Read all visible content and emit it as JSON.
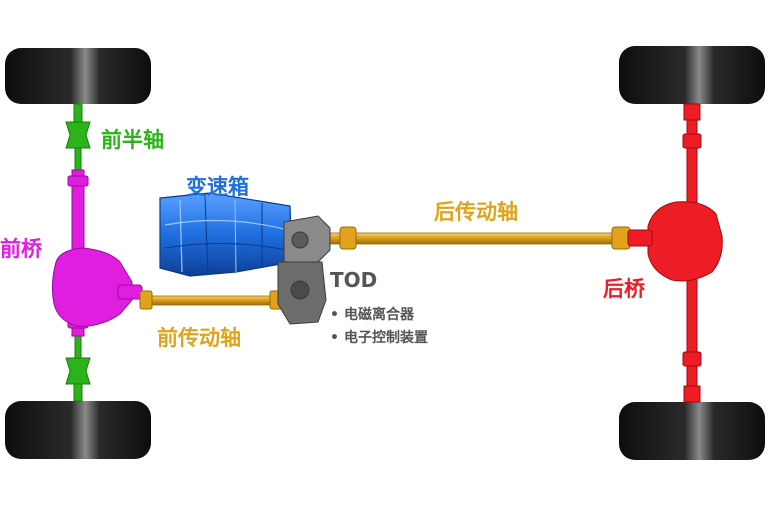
{
  "colors": {
    "front_halfshaft": "#2bb31a",
    "front_axle": "#e01ee0",
    "gearbox": "#1f6fe0",
    "rear_driveshaft": "#e0a31a",
    "rear_axle": "#ee1c25",
    "front_driveshaft": "#e0a31a",
    "tod": "#555555",
    "tire": "#151515"
  },
  "labels": {
    "front_halfshaft": "前半轴",
    "front_axle": "前桥",
    "gearbox": "变速箱",
    "rear_driveshaft": "后传动轴",
    "rear_axle": "后桥",
    "front_driveshaft": "前传动轴",
    "tod_title": "TOD",
    "tod_bullet": "•",
    "tod_items": [
      "电磁离合器",
      "电子控制装置"
    ]
  }
}
